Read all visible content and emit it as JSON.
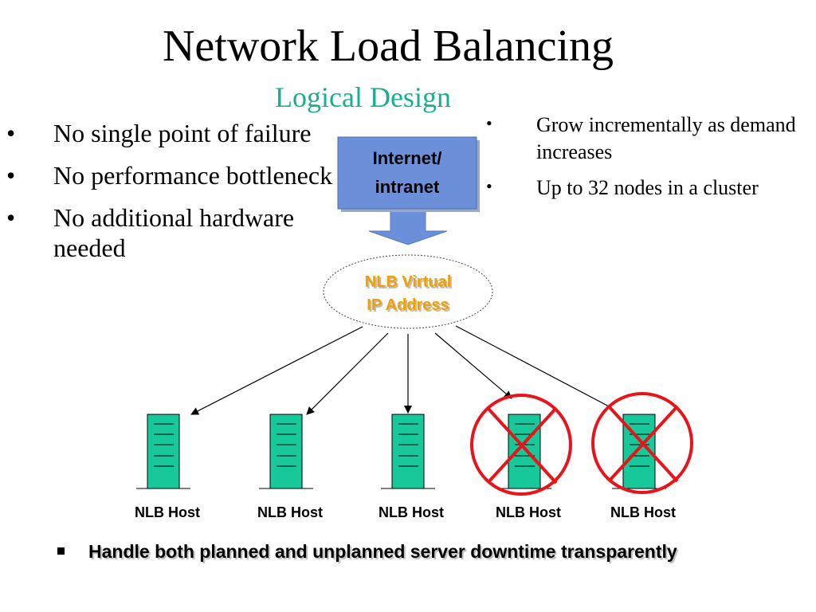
{
  "title": "Network Load Balancing",
  "subtitle": "Logical Design",
  "left_bullets": [
    "No single point of failure",
    "No performance bottleneck",
    "No additional hardware needed"
  ],
  "right_bullets": [
    "Grow incrementally as demand increases",
    "Up to 32 nodes in a cluster"
  ],
  "bullet_symbol": "•",
  "internet_box": {
    "line1": "Internet/",
    "line2": "intranet",
    "fill": "#6b8fd9"
  },
  "virtual_ip": {
    "line1": "NLB Virtual",
    "line2": "IP Address",
    "color": "#f0a000"
  },
  "hosts": [
    {
      "label": "NLB Host",
      "failed": false
    },
    {
      "label": "NLB Host",
      "failed": false
    },
    {
      "label": "NLB Host",
      "failed": false
    },
    {
      "label": "NLB Host",
      "failed": true
    },
    {
      "label": "NLB Host",
      "failed": true
    }
  ],
  "colors": {
    "server": "#17c99a",
    "failure_mark": "#e8141a",
    "subtitle": "#1aae8e"
  },
  "footer": "Handle both planned and unplanned server downtime transparently"
}
